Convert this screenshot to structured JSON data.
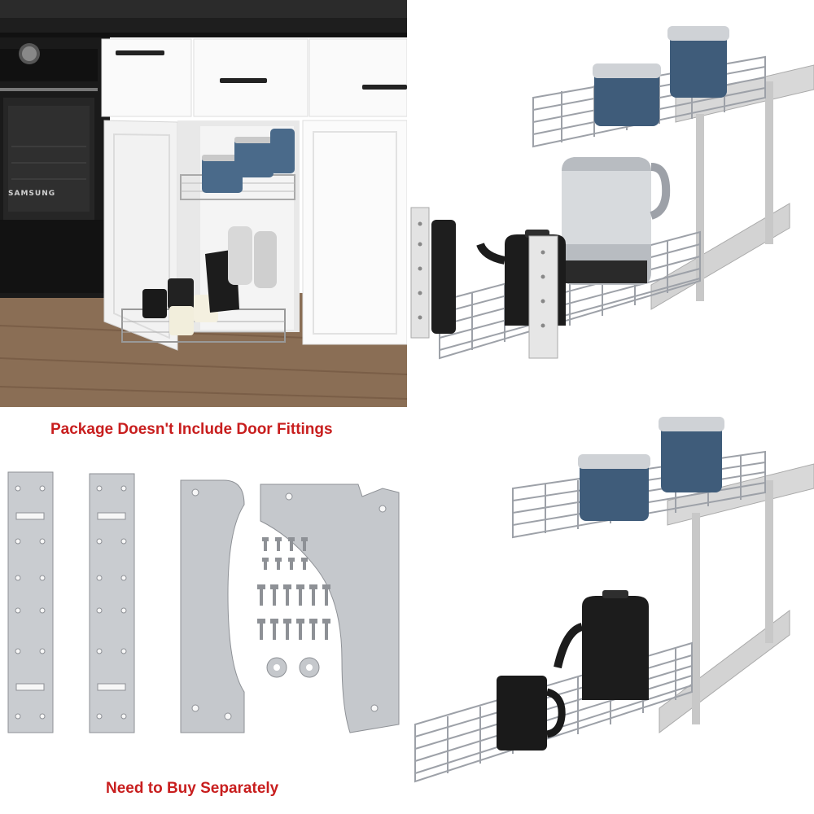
{
  "captions": {
    "top": "Package Doesn't Include Door Fittings",
    "bottom": "Need to Buy Separately"
  },
  "oven_brand": "SAMSUNG",
  "colors": {
    "caption_red": "#c81e1e",
    "chrome": "#b9bcc2",
    "canister_blue": "#4a6a8a",
    "kitchen_wall": "#2a2a2a",
    "floor_wood": "#8a6e55"
  },
  "icons": {
    "kitchen_photo": "pull-out-organizer-in-cabinet",
    "organizer_kettle": "two-tier-organizer-with-kettle",
    "fittings": "door-fitting-plates-and-screws",
    "organizer_mugs": "two-tier-organizer-with-mugs"
  }
}
